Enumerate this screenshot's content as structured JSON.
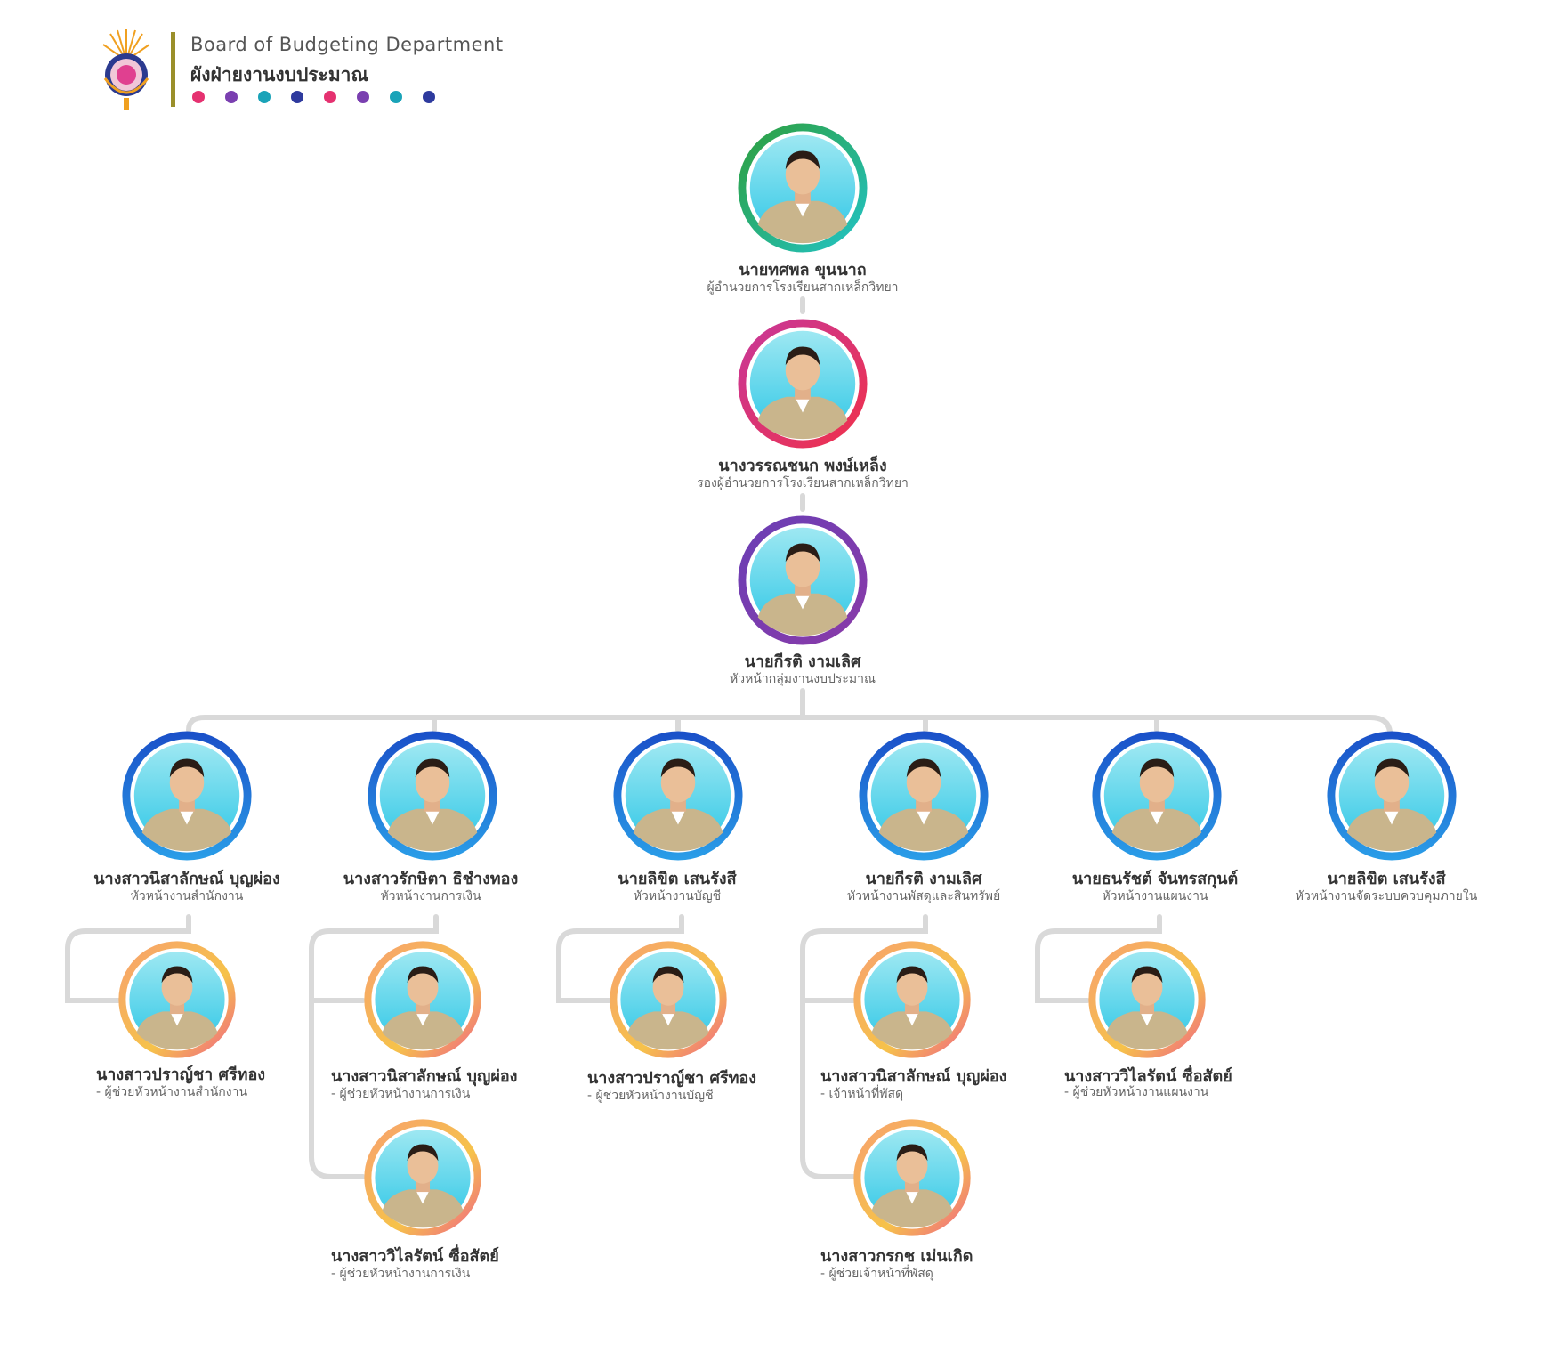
{
  "header": {
    "title": "Board of Budgeting Department",
    "subtitle": "ผังฝ่ายงานงบประมาณ",
    "dot_colors": [
      "#e53170",
      "#7a3fb0",
      "#1aa3b8",
      "#2e3a9e",
      "#e53170",
      "#7a3fb0",
      "#1aa3b8",
      "#2e3a9e"
    ]
  },
  "top": [
    {
      "name": "นายทศพล ขุนนาถ",
      "role": "ผู้อำนวยการโรงเรียนสากเหล็กวิทยา",
      "ring": "green"
    },
    {
      "name": "นางวรรณชนก พงษ์เหล็ง",
      "role": "รองผู้อำนวยการโรงเรียนสากเหล็กวิทยา",
      "ring": "magenta"
    },
    {
      "name": "นายกีรติ งามเลิศ",
      "role": "หัวหน้ากลุ่มงานงบประมาณ",
      "ring": "purple"
    }
  ],
  "heads": [
    {
      "name": "นางสาวนิสาลักษณ์ บุญผ่อง",
      "role": "หัวหน้างานสำนักงาน"
    },
    {
      "name": "นางสาวรักษิตา ธิชำงทอง",
      "role": "หัวหน้างานการเงิน"
    },
    {
      "name": "นายลิขิต เสนรังสี",
      "role": "หัวหน้างานบัญชี"
    },
    {
      "name": "นายกีรติ งามเลิศ",
      "role": "หัวหน้างานพัสดุและสินทรัพย์"
    },
    {
      "name": "นายธนรัชต์ จันทรสกุนต์",
      "role": "หัวหน้างานแผนงาน"
    },
    {
      "name": "นายลิขิต เสนรังสี",
      "role": "หัวหน้างานจัดระบบควบคุมภายใน"
    }
  ],
  "assistants": [
    {
      "name": "นางสาวปราญ์ชา ศรีทอง",
      "role": "- ผู้ช่วยหัวหน้างานสำนักงาน"
    },
    {
      "name": "นางสาวนิสาลักษณ์ บุญผ่อง",
      "role": "- ผู้ช่วยหัวหน้างานการเงิน"
    },
    {
      "name": "นางสาววิไลรัตน์ ซื่อสัตย์",
      "role": "- ผู้ช่วยหัวหน้างานการเงิน"
    },
    {
      "name": "นางสาวปราญ์ชา ศรีทอง",
      "role": "- ผู้ช่วยหัวหน้างานบัญชี"
    },
    {
      "name": "นางสาวนิสาลักษณ์ บุญผ่อง",
      "role": "- เจ้าหน้าที่พัสดุ"
    },
    {
      "name": "นางสาวกรกช เม่นเกิด",
      "role": "- ผู้ช่วยเจ้าหน้าที่พัสดุ"
    },
    {
      "name": "นางสาววิไลรัตน์ ซื่อสัตย์",
      "role": "- ผู้ช่วยหัวหน้างานแผนงาน"
    }
  ]
}
